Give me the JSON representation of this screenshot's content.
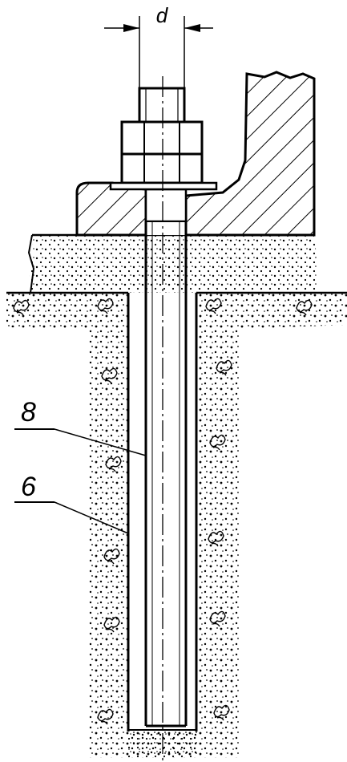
{
  "diagram": {
    "dimension_label": "d",
    "callouts": [
      {
        "id": "callout-8",
        "text": "8"
      },
      {
        "id": "callout-6",
        "text": "6"
      }
    ],
    "colors": {
      "ink": "#000000",
      "paper": "#ffffff"
    }
  }
}
